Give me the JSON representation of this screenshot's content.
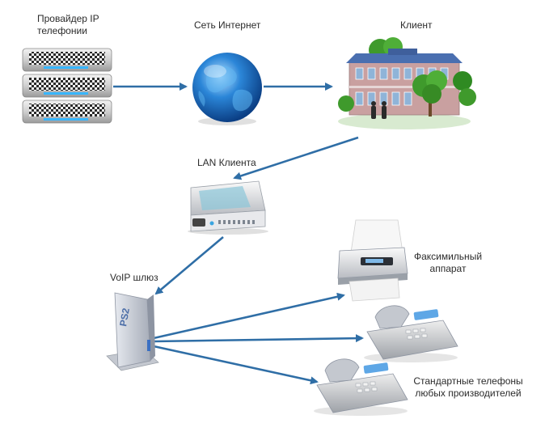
{
  "labels": {
    "provider": [
      "Провайдер IP",
      "телефонии"
    ],
    "internet": "Сеть Интернет",
    "client": "Клиент",
    "lan": "LAN Клиента",
    "voip": "VoIP шлюз",
    "fax": [
      "Факсимильный",
      "аппарат"
    ],
    "phones": [
      "Стандартные телефоны",
      "любых производителей"
    ]
  },
  "device_marks": {
    "gateway_logo": "PS2"
  },
  "colors": {
    "arrow": "#2f6ea6",
    "text": "#2b2b2b",
    "globe": "#1a64b8",
    "building_wall": "#c9a0a0",
    "building_roof": "#4a6fb0",
    "tree": "#3f9a2c"
  },
  "icons": [
    "server-rack-icon",
    "globe-icon",
    "office-building-icon",
    "router-icon",
    "voip-gateway-icon",
    "fax-machine-icon",
    "desk-phone-icon"
  ]
}
